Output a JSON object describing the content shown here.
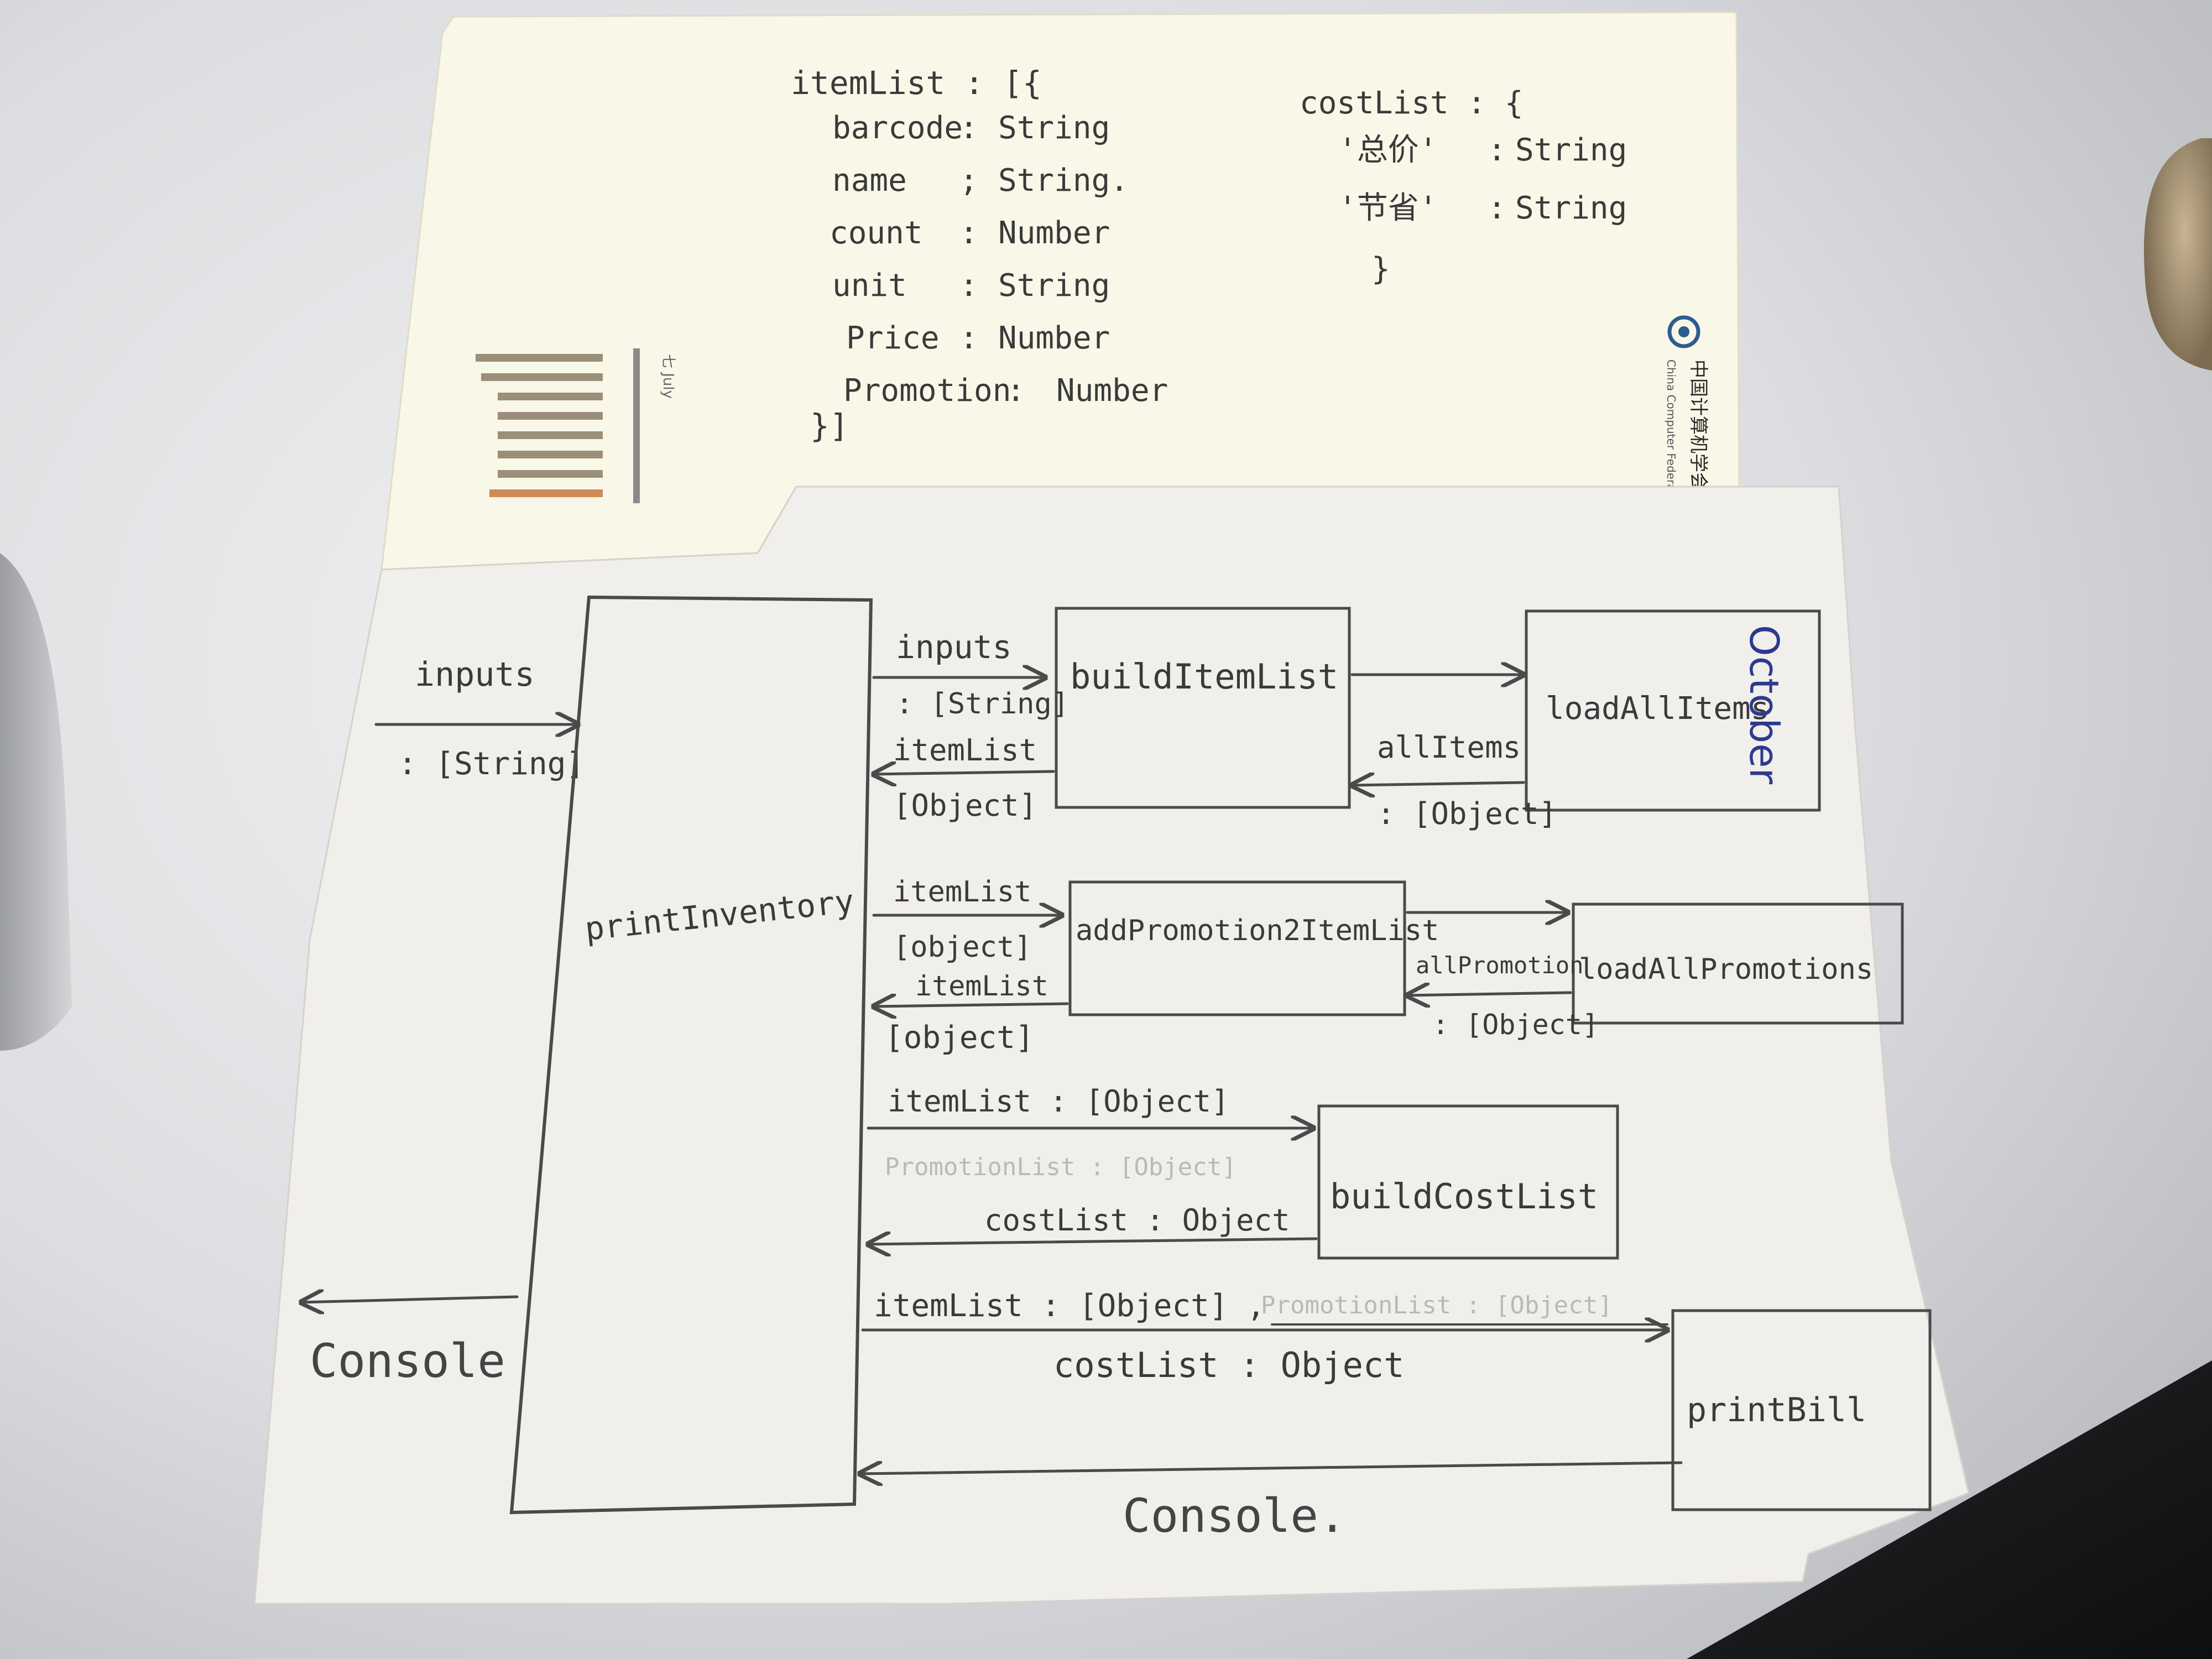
{
  "top_sheet": {
    "item_list": {
      "open": "itemList : [{",
      "fields": [
        {
          "name": "barcode",
          "sep": ":",
          "type": "String"
        },
        {
          "name": "name",
          "sep": ";",
          "type": "String."
        },
        {
          "name": "count",
          "sep": ":",
          "type": "Number"
        },
        {
          "name": "unit",
          "sep": ":",
          "type": "String"
        },
        {
          "name": "Price",
          "sep": ":",
          "type": "Number"
        },
        {
          "name": "Promotion",
          "sep": ":",
          "type": "Number"
        }
      ],
      "close": "}]"
    },
    "cost_list": {
      "open": "costList : {",
      "fields": [
        {
          "name": "'总价'",
          "sep": ":",
          "type": "String"
        },
        {
          "name": "'节省'",
          "sep": ":",
          "type": "String"
        }
      ],
      "close": "}"
    },
    "calendar_month": "七 July",
    "logo_text": "中国计算机学会",
    "logo_subtext": "China Computer Federation"
  },
  "diagram": {
    "left_input_label": "inputs",
    "left_input_type": ": [String]",
    "left_output_label": "Console",
    "main_box_label": "printInventory",
    "boxes": {
      "build_item_list": "buildItemList",
      "load_all_items": "loadAllItems",
      "add_promotion": "addPromotion2ItemList",
      "load_all_promotions": "loadAllPromotions",
      "build_cost_list": "buildCostList",
      "print_bill": "printBill"
    },
    "arrows": {
      "a1_label": "inputs",
      "a1_type": ": [String]",
      "a2_label": "itemList",
      "a2_type": "[Object]",
      "a3_label": "allItems",
      "a3_type": ": [Object]",
      "a4_label": "itemList",
      "a4_type": "[object]",
      "a5_label": "itemList",
      "a5_type": "[object]",
      "a6_label": "allPromotion",
      "a6_type": ": [Object]",
      "a7_label": "itemList : [Object]",
      "a7_faint": "PromotionList : [Object]",
      "a8_label": "costList : Object",
      "a9_label": "itemList : [Object] ,",
      "a9_faint": "PromotionList : [Object]",
      "a9_second": "costList : Object",
      "a10_label": "Console."
    },
    "stamp_month": "October"
  }
}
